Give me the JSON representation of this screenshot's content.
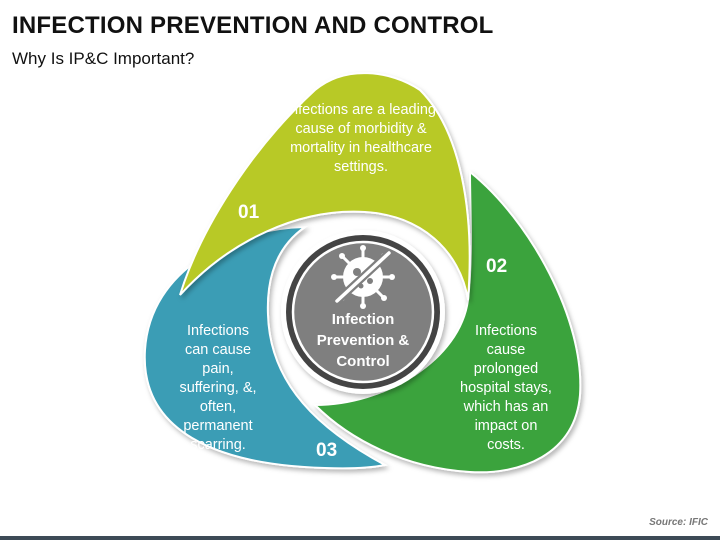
{
  "header": {
    "title": "INFECTION PREVENTION AND CONTROL",
    "subtitle": "Why Is IP&C Important?"
  },
  "petals": [
    {
      "number": "01",
      "text": "Infections are a leading cause of morbidity & mortality in healthcare settings.",
      "color": "#b8c926"
    },
    {
      "number": "02",
      "text": "Infections cause prolonged hospital stays, which has an impact on costs.",
      "color": "#3aa33c"
    },
    {
      "number": "03",
      "text": "Infections can cause pain, suffering, &, often, permanent scarring.",
      "color": "#3a9db5"
    }
  ],
  "center": {
    "label": "Infection Prevention & Control",
    "icon": "virus-crossed-out-icon",
    "ring_color": "#444444",
    "fill_color": "#7f7f7f"
  },
  "footer": {
    "source": "Source: IFIC"
  }
}
